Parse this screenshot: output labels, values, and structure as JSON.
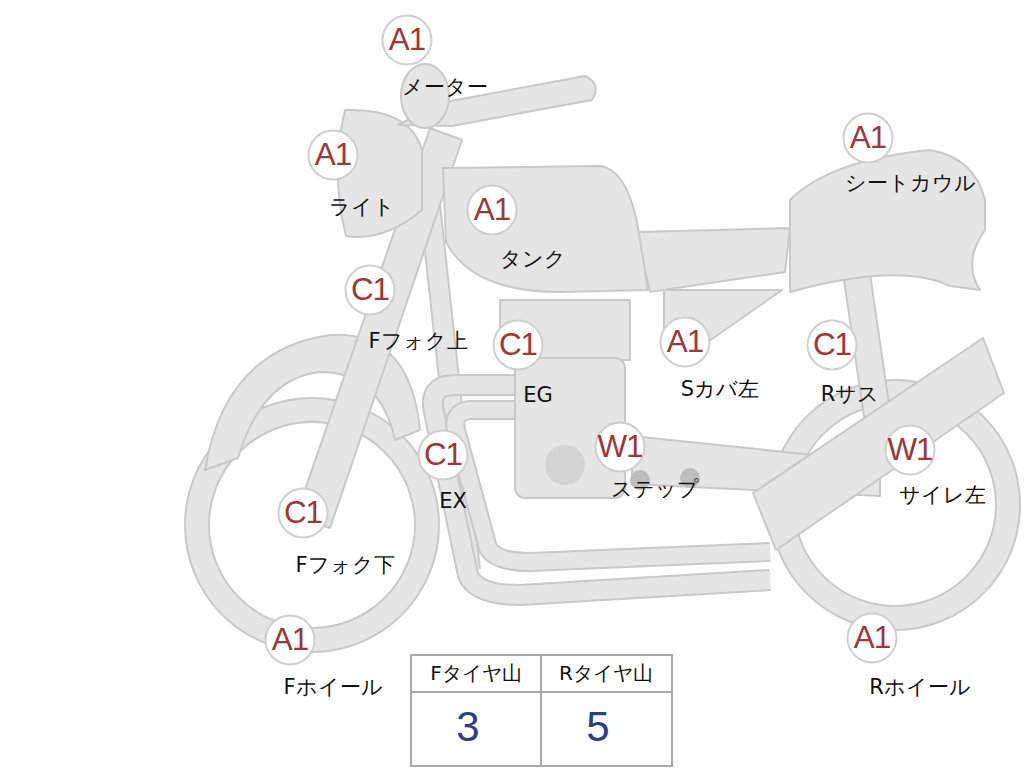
{
  "diagram": {
    "nodes": [
      {
        "text": [
          "A1",
          "メーター"
        ]
      },
      {
        "text": [
          "A1",
          "ライト"
        ]
      },
      {
        "text": [
          "A1",
          "シートカウル"
        ]
      },
      {
        "text": [
          "A1",
          "タンク"
        ]
      },
      {
        "text": [
          "C1",
          "Fフォク上"
        ]
      },
      {
        "text": [
          "C1",
          "EG"
        ]
      },
      {
        "text": [
          "A1",
          "Sカバ左"
        ]
      },
      {
        "text": [
          "C1",
          "Rサス"
        ]
      },
      {
        "text": [
          "C1",
          "EX"
        ]
      },
      {
        "text": [
          "W1",
          "ステップ"
        ]
      },
      {
        "text": [
          "W1",
          "サイレ左"
        ]
      },
      {
        "text": [
          "C1",
          "Fフォク下"
        ]
      },
      {
        "text": [
          "A1",
          "Fホイール"
        ]
      },
      {
        "text": [
          "A1",
          "Rホイール"
        ]
      }
    ],
    "labels": [
      "Fタイヤ山",
      "Rタイヤ山",
      "3",
      "5"
    ]
  }
}
